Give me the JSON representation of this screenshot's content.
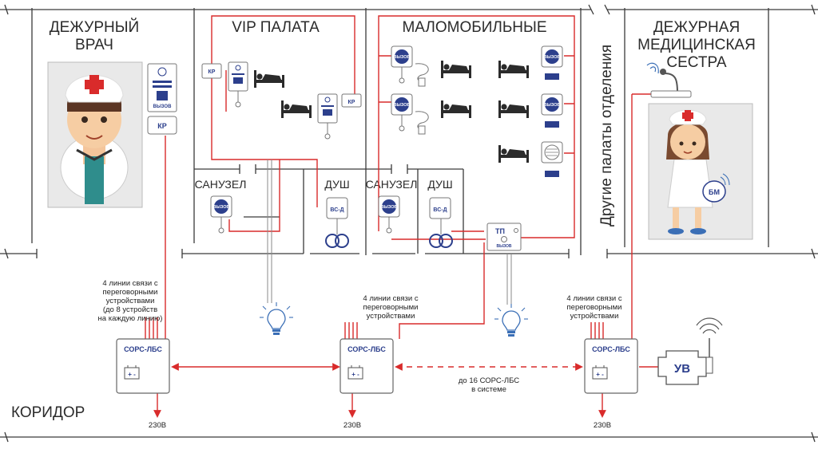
{
  "rooms": {
    "duty_doctor": "ДЕЖУРНЫЙ\nВРАЧ",
    "vip_ward": "VIP ПАЛАТА",
    "low_mobility": "МАЛОМОБИЛЬНЫЕ",
    "other_wards": "Другие палаты отделения",
    "duty_nurse": "ДЕЖУРНАЯ\nМЕДИЦИНСКАЯ\nСЕСТРА",
    "bathroom_1": "САНУЗЕЛ",
    "shower_1": "ДУШ",
    "bathroom_2": "САНУЗЕЛ",
    "shower_2": "ДУШ",
    "corridor": "КОРИДОР"
  },
  "devices": {
    "kr": "КР",
    "call": "ВЫЗОВ",
    "vs_d": "ВС-Д",
    "tp": "ТП",
    "tp_call": "ВЫЗОВ",
    "bm": "БМ",
    "uv": "УВ",
    "sors_lbs": "СОРС-ЛБС",
    "plus_minus": "+ -"
  },
  "annotations": {
    "left_lines": "4 линии связи с\nпереговорными\nустройствами\n(до 8 устройств\nна каждую линию)",
    "mid_lines": "4 линии связи с\nпереговорными\nустройствами",
    "right_lines": "4 линии связи с\nпереговорными\nустройствами",
    "up_to_16": "до 16 СОРС-ЛБС\nв системе",
    "power_1": "230В",
    "power_2": "230В",
    "power_3": "230В"
  },
  "colors": {
    "signal_line": "#d92b2b",
    "device_blue": "#2c3f8c",
    "wall": "#3a3a3a",
    "bulb": "#3b6fb6"
  }
}
